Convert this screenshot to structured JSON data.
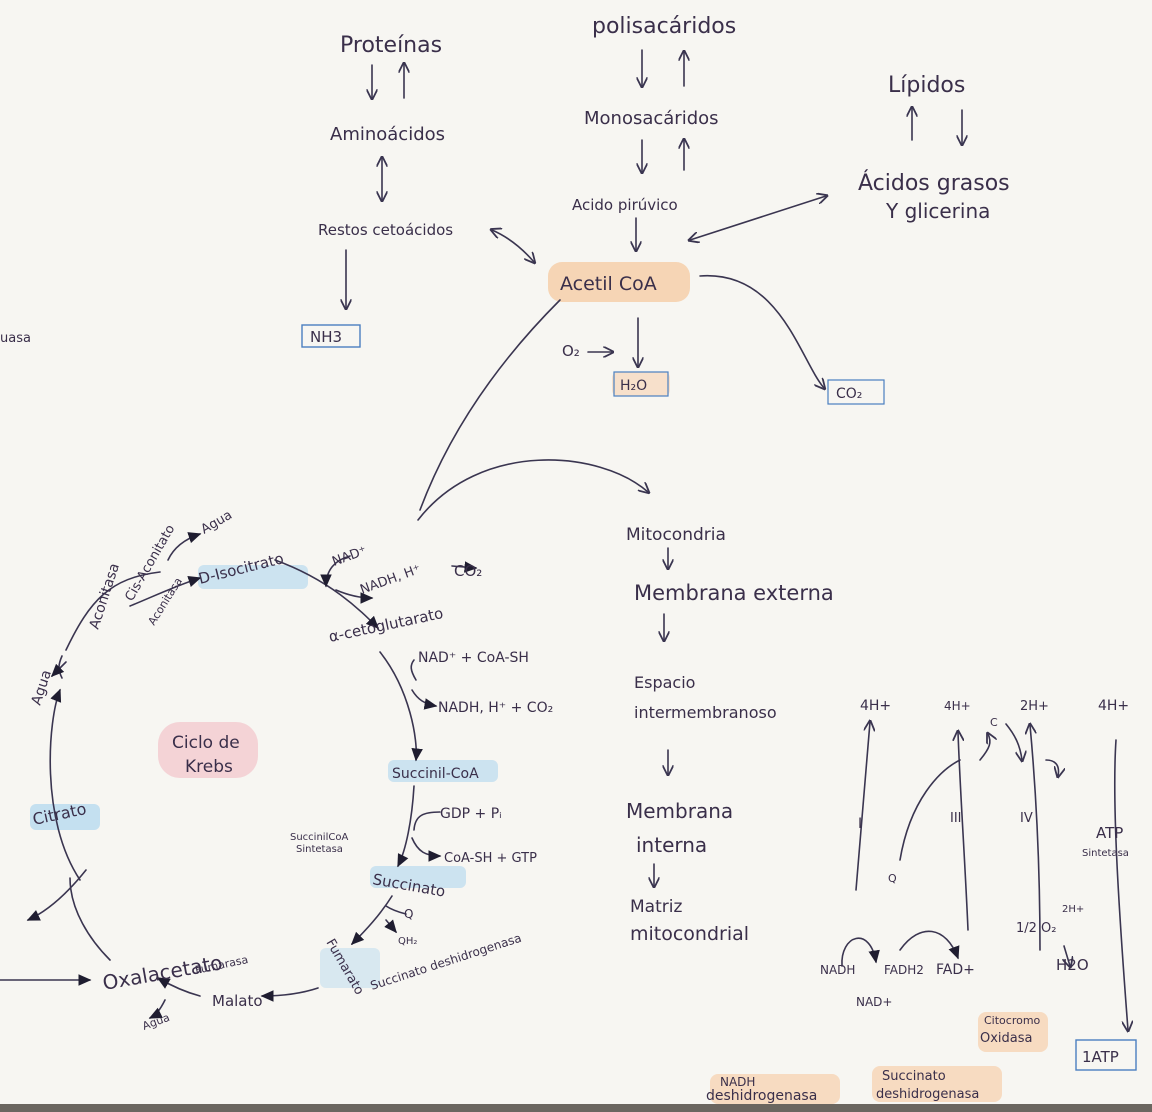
{
  "colors": {
    "ink": "#3a2f4a",
    "highlight_orange": "#f6c9a0",
    "highlight_blue": "#a9d4ee",
    "highlight_pink": "#f2b6bf",
    "box_blue": "#4a7fc0",
    "paper": "#f7f6f2"
  },
  "top_nodes": {
    "proteinas": "Proteínas",
    "aminoacidos": "Aminoácidos",
    "restos": "Restos cetoácidos",
    "nh3": "NH3",
    "polisacaridos": "polisacáridos",
    "monosacaridos": "Monosacáridos",
    "piruvico": "Acido pirúvico",
    "lipidos": "Lípidos",
    "acidos_grasos": "Ácidos grasos",
    "glicerina": "Y glicerina",
    "acetil": "Acetil CoA",
    "o2": "O₂",
    "h2o": "H₂O",
    "co2": "CO₂",
    "left_fragment": "uasa"
  },
  "krebs": {
    "center_line1": "Ciclo de",
    "center_line2": "Krebs",
    "citrato": "Citrato",
    "agua_left": "Agua",
    "aconitasa_left": "Aconitasa",
    "cis_aconitato": "Cis-Aconitato",
    "aconitasa_inner": "Aconitasa",
    "agua_top": "Agua",
    "d_isocitrato": "D-Isocitrato",
    "nad1": "NAD⁺",
    "nadh1": "NADH, H⁺",
    "co2_1": "CO₂",
    "a_ceto": "α-cetoglutarato",
    "nad2": "NAD⁺ + CoA-SH",
    "nadh2": "NADH, H⁺ + CO₂",
    "succinil": "Succinil-CoA",
    "gdp": "GDP + Pᵢ",
    "coa_gtp": "CoA-SH + GTP",
    "succinilcoa_sintetasa_1": "SuccinilCoA",
    "succinilcoa_sintetasa_2": "Sintetasa",
    "succinato": "Succinato",
    "q": "Q",
    "qh2": "QH₂",
    "succ_deshidrogenasa": "Succinato deshidrogenasa",
    "fumarato": "Fumarato",
    "fumarasa": "Fumarasa",
    "malato": "Malato",
    "agua_bottom": "Agua",
    "oxalacetato": "Oxalacetato"
  },
  "mito": {
    "mitocondria": "Mitocondria",
    "membrana_externa": "Membrana externa",
    "espacio_1": "Espacio",
    "espacio_2": "intermembranoso",
    "membrana_interna_1": "Membrana",
    "membrana_interna_2": "interna",
    "matriz_1": "Matriz",
    "matriz_2": "mitocondrial"
  },
  "etc": {
    "h1": "4H+",
    "h2": "4H+",
    "h3": "2H+",
    "h4": "4H+",
    "c": "C",
    "complex1": "I",
    "complex3": "III",
    "complex4": "IV",
    "q": "Q",
    "atp_1": "ATP",
    "atp_2": "Sintetasa",
    "half_o2": "1/2 O₂",
    "twoh": "2H+",
    "h2o": "H2O",
    "nadh": "NADH",
    "fadh2": "FADH2",
    "fad": "FAD+",
    "nad": "NAD+",
    "citocromo_1": "Citocromo",
    "citocromo_2": "Oxidasa",
    "atp_box": "1ATP",
    "nadh_deshidro_1": "NADH",
    "nadh_deshidro_2": "deshidrogenasa",
    "succ_deshidro_1": "Succinato",
    "succ_deshidro_2": "deshidrogenasa"
  }
}
